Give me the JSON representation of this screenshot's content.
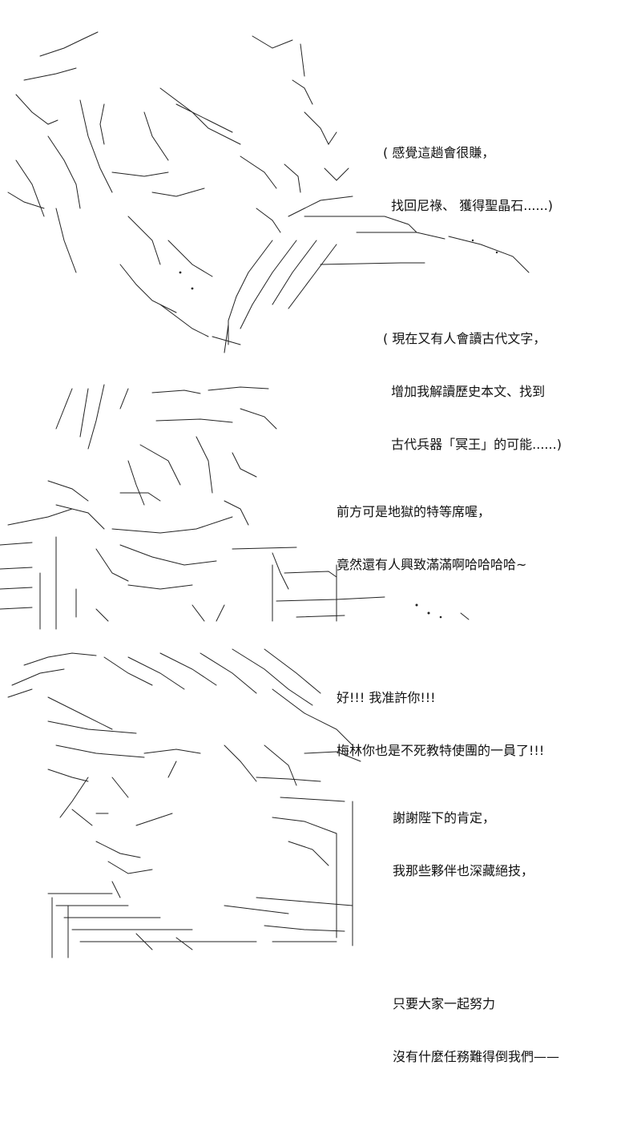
{
  "panels": [
    {
      "id": "panel-1",
      "dialogue": [
        [
          "( 感覺這趟會很賺，",
          "  找回尼祿、 獲得聖晶石......)"
        ],
        [
          "( 現在又有人會讀古代文字，",
          "  增加我解讀歷史本文、找到",
          "  古代兵器「冥王」的可能......)"
        ]
      ]
    },
    {
      "id": "panel-2",
      "dialogue": [
        [
          "前方可是地獄的特等席喔，",
          "竟然還有人興致滿滿啊哈哈哈哈~"
        ],
        [
          "好!!! 我准許你!!!",
          "梅林你也是不死教特使團的一員了!!!"
        ]
      ]
    },
    {
      "id": "panel-3",
      "dialogue": [
        [
          "謝謝陛下的肯定，",
          "我那些夥伴也深藏絕技，"
        ],
        [
          "只要大家一起努力",
          "沒有什麼任務難得倒我們——"
        ]
      ]
    }
  ]
}
